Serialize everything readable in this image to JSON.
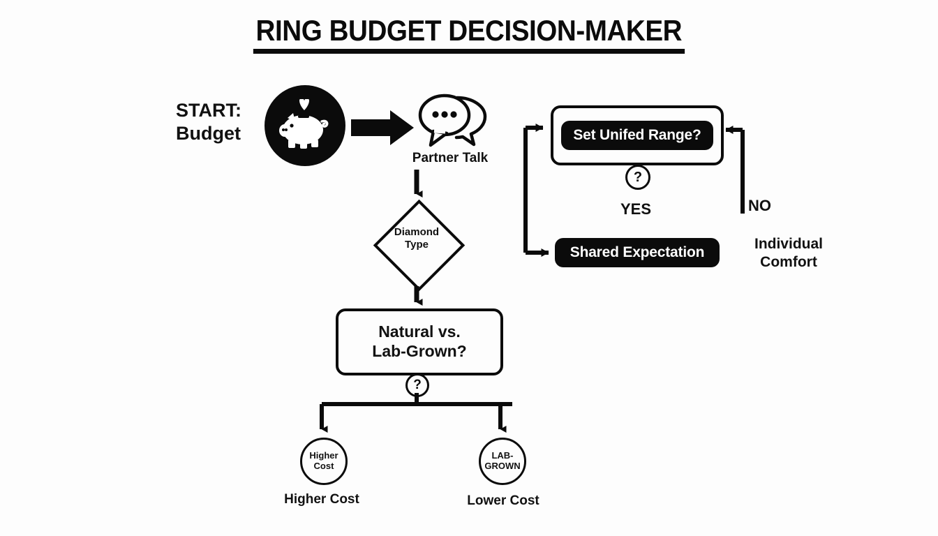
{
  "title": "RING BUDGET DECISION-MAKER",
  "background_color": "#fdfdfd",
  "ink_color": "#0b0b0b",
  "start": {
    "label": "START:\nBudget",
    "label_line1": "START:",
    "label_line2": "Budget",
    "icon": "piggy-bank-icon"
  },
  "partner": {
    "icon": "speech-bubbles-icon",
    "label": "Partner Talk"
  },
  "arrow_start_to_partner": "right-arrow-icon",
  "decision_diamond": {
    "line1": "Diamond",
    "line2": "Type"
  },
  "natural_box": {
    "line1": "Natural vs.",
    "line2": "Lab-Grown?"
  },
  "question_marks": {
    "bottom": "?",
    "right": "?"
  },
  "outcomes": [
    {
      "circle_line1": "Higher",
      "circle_line2": "Cost",
      "label": "Higher Cost"
    },
    {
      "circle_line1": "LAB-",
      "circle_line2": "GROWN",
      "label": "Lower Cost"
    }
  ],
  "right_cluster": {
    "unified_box_label": "Set Unifed Range?",
    "yes_label": "YES",
    "no_label": "NO",
    "shared_pill_label": "Shared Expectation",
    "individual_comfort_line1": "Individual",
    "individual_comfort_line2": "Comfort"
  }
}
